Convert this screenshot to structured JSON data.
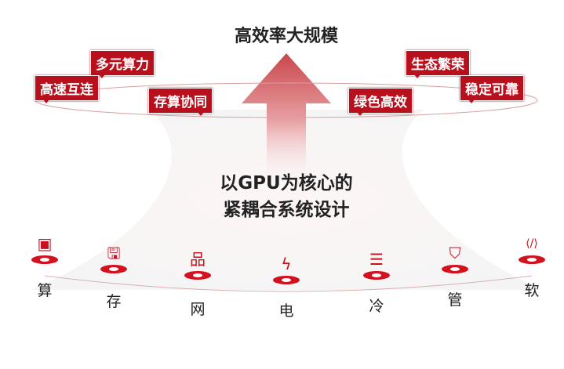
{
  "title": "高效率大规模",
  "tags": {
    "left": [
      "多元算力",
      "高速互连",
      "存算协同"
    ],
    "right": [
      "绿色高效",
      "生态繁荣",
      "稳定可靠"
    ]
  },
  "center": {
    "line1": "以GPU为核心的",
    "line2": "紧耦合系统设计"
  },
  "nodes": [
    {
      "label": "算",
      "icon": "chip-icon"
    },
    {
      "label": "存",
      "icon": "storage-icon"
    },
    {
      "label": "网",
      "icon": "network-icon"
    },
    {
      "label": "电",
      "icon": "lightning-icon"
    },
    {
      "label": "冷",
      "icon": "cooling-server-icon"
    },
    {
      "label": "管",
      "icon": "shield-icon"
    },
    {
      "label": "软",
      "icon": "code-window-icon"
    }
  ],
  "colors": {
    "accent": "#c8101e"
  }
}
